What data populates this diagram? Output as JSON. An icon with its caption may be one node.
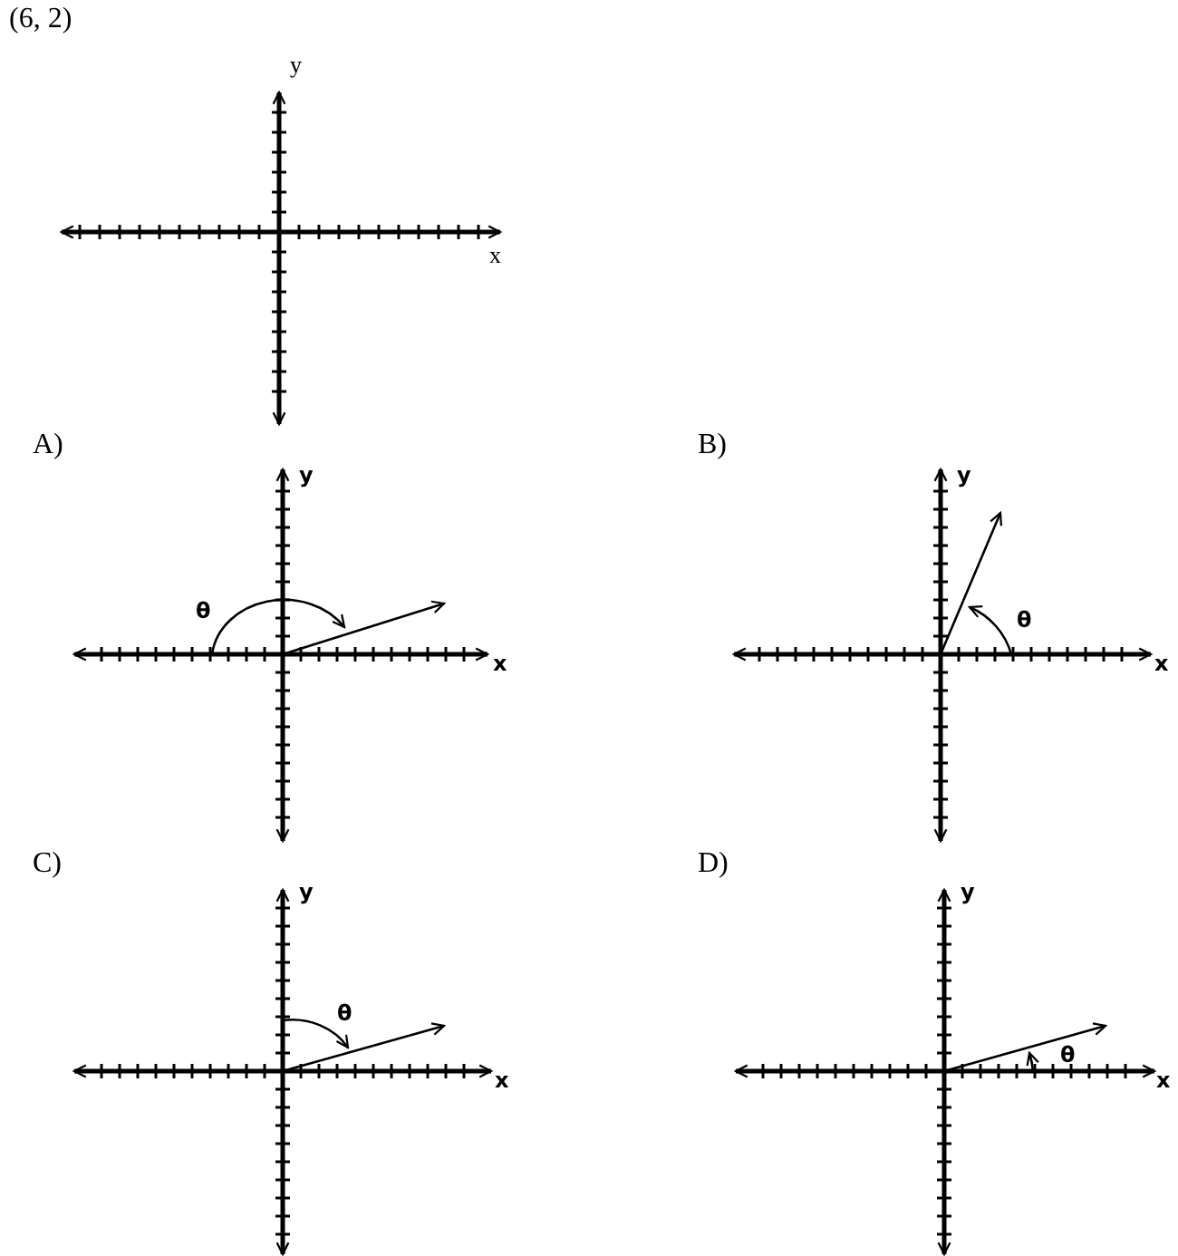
{
  "diagram": {
    "labels": [
      "(6, 2)",
      "y",
      "x",
      "A)",
      "y",
      "θ",
      "x",
      "B)",
      "y",
      "θ",
      "x",
      "C)",
      "y",
      "θ",
      "x",
      "D)",
      "y",
      "θ",
      "x"
    ]
  }
}
